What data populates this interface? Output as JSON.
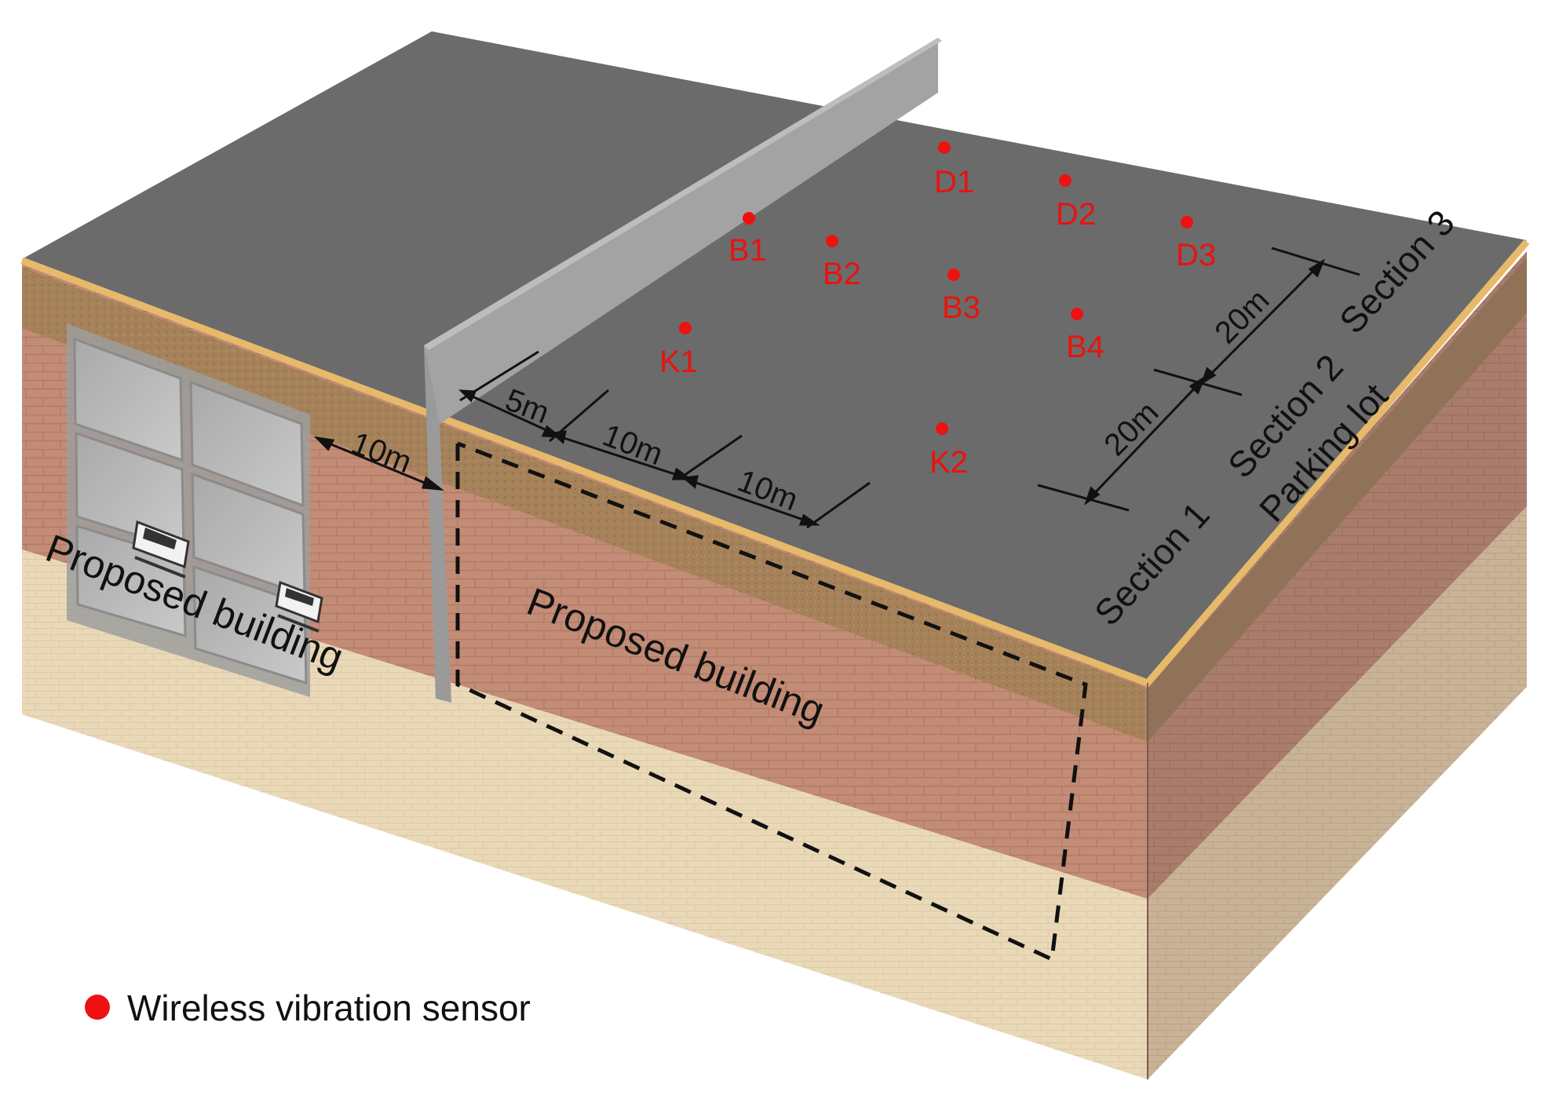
{
  "legend": {
    "label": "Wireless vibration sensor",
    "marker_color": "#ee1111"
  },
  "sensors": [
    {
      "id": "D1",
      "label": "D1"
    },
    {
      "id": "D2",
      "label": "D2"
    },
    {
      "id": "D3",
      "label": "D3"
    },
    {
      "id": "B1",
      "label": "B1"
    },
    {
      "id": "B2",
      "label": "B2"
    },
    {
      "id": "B3",
      "label": "B3"
    },
    {
      "id": "B4",
      "label": "B4"
    },
    {
      "id": "K1",
      "label": "K1"
    },
    {
      "id": "K2",
      "label": "K2"
    }
  ],
  "dimensions": {
    "left_gap": "10m",
    "front_1": "5m",
    "front_2": "10m",
    "front_3": "10m",
    "side_1": "20m",
    "side_2": "20m"
  },
  "sections": {
    "section_1": "Section 1",
    "section_2": "Section 2",
    "section_3": "Section 3",
    "parking_lot": "Parking lot"
  },
  "buildings": {
    "left_label": "Proposed building",
    "center_label": "Proposed building"
  },
  "colors": {
    "top_surface": "#6b6b6b",
    "wall": "#8e8e8e",
    "brick": "#c08a74",
    "soil": "#a88560",
    "sand": "#e8d7b6",
    "sensor": "#ee1111"
  }
}
